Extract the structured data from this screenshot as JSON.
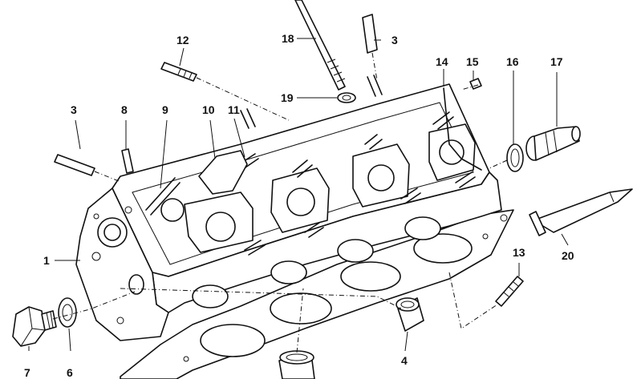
{
  "diagram": {
    "colors": {
      "ink": "#111111",
      "paper": "#ffffff",
      "gasket_mesh": "#555555"
    },
    "callouts": [
      {
        "id": "c1",
        "label": "1"
      },
      {
        "id": "c3a",
        "label": "3"
      },
      {
        "id": "c3b",
        "label": "3"
      },
      {
        "id": "c4",
        "label": "4"
      },
      {
        "id": "c6",
        "label": "6"
      },
      {
        "id": "c7",
        "label": "7"
      },
      {
        "id": "c8",
        "label": "8"
      },
      {
        "id": "c9",
        "label": "9"
      },
      {
        "id": "c10",
        "label": "10"
      },
      {
        "id": "c11",
        "label": "11"
      },
      {
        "id": "c12",
        "label": "12"
      },
      {
        "id": "c13",
        "label": "13"
      },
      {
        "id": "c14",
        "label": "14"
      },
      {
        "id": "c15",
        "label": "15"
      },
      {
        "id": "c16",
        "label": "16"
      },
      {
        "id": "c17",
        "label": "17"
      },
      {
        "id": "c18",
        "label": "18"
      },
      {
        "id": "c19",
        "label": "19"
      },
      {
        "id": "c20",
        "label": "20"
      }
    ]
  }
}
